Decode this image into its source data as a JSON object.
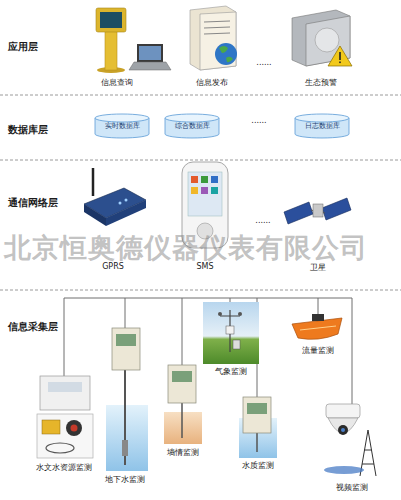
{
  "diagram": {
    "nodes": [
      {
        "text": [
          "应用层"
        ]
      },
      {
        "text": [
          "数据库层"
        ]
      },
      {
        "text": [
          "实时数据库"
        ],
        "in": 1
      },
      {
        "text": [
          "综合数据库"
        ],
        "in": 1
      },
      {
        "text": [
          "日志数据库"
        ],
        "in": 1
      },
      {
        "text": [
          "通信网络层"
        ]
      },
      {
        "text": [
          "信息采集层"
        ]
      }
    ],
    "labels": [
      "信息查询",
      "信息发布",
      "......",
      "生态预警",
      "......",
      "GPRS",
      "SMS",
      "......",
      "卫星",
      "北京恒奥德仪器仪表有限公司",
      "水文水资源监测",
      "地下水监测",
      "墒情监测",
      "气象监测",
      "水质监测",
      "流量监测",
      "视频监测"
    ]
  }
}
